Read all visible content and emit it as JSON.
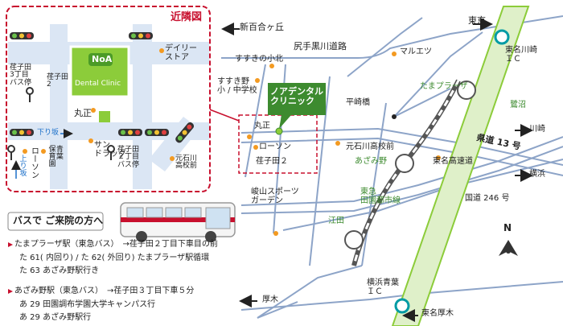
{
  "inset": {
    "title": "近隣図",
    "labels": {
      "bus_stop_3": "荏子田\n3丁目\nバス停",
      "bus_stop_2": "荏子田\n2",
      "daily": "デイリー\nストア",
      "marusho": "丸正",
      "lawson": "ローソン",
      "nursery": "青葉\n保育園",
      "sundrug": "サン\nドラッグ",
      "bus_stop_2cho": "荏子田\n２丁目\nバス停",
      "motoishi_school": "元石川\n高校前",
      "clinic_logo_title": "NoA",
      "clinic_logo_sub": "Dental Clinic",
      "down_slope": "下り坂",
      "up_slope": "上り坂"
    }
  },
  "map": {
    "labels": {
      "shin_yurigaoka": "新百合ヶ丘",
      "tokyo": "東京",
      "shiteshiri": "尻手黒川道路",
      "maruetsu": "マルエツ",
      "susuki_koshi": "すすきの小北",
      "susukino_school": "すすき野\n小 / 中学校",
      "clinic_name": "ノアデンタル\nクリニック",
      "tomei_kawasaki_ic": "東名川崎\nＩＣ",
      "tama_plaza": "たまプラーザ",
      "hirasakibashi": "平崎橋",
      "saginuma": "鷺沼",
      "marusho_main": "丸正",
      "lawson_main": "ローソン",
      "motoishi_main": "元石川高校前",
      "route13": "県道 13 号",
      "kawasaki": "川崎",
      "ekoda2": "荏子田２",
      "azamino": "あざみ野",
      "tomei_highway": "東名高速道",
      "yokohama": "横浜",
      "minesports": "峻山スポーツ\nガーデン",
      "den_en_toshi": "東急\n田園都市線",
      "route246": "国道 246 号",
      "eda": "江田",
      "yokohama_aoba_ic": "横浜青葉\nＩＣ",
      "atsugi": "厚木",
      "tomei_atsugi": "東名厚木",
      "north": "N"
    }
  },
  "bus_info": {
    "heading": "バスで ご来院の方へ",
    "routes": [
      {
        "main": "たまプラーザ駅（東急バス）　→荏子田２丁目下車目の前",
        "subs": [
          "た 61( 内回り) / た 62( 外回り) たまプラーザ駅循環",
          "た 63 あざみ野駅行き"
        ]
      },
      {
        "main": "あざみ野駅（東急バス）　→荏子田３丁目下車５分",
        "subs": [
          "あ 29 田園調布学園大学キャンパス行",
          "あ 29 あざみ野駅行"
        ]
      }
    ]
  },
  "colors": {
    "accent_red": "#c8102e",
    "inset_road": "#dbe6f4",
    "green_rail": "#5cb531",
    "clinic_green": "#3d8b2f",
    "pointer_orange": "#f39a21",
    "rail_line_green": "#8ccc3a"
  }
}
